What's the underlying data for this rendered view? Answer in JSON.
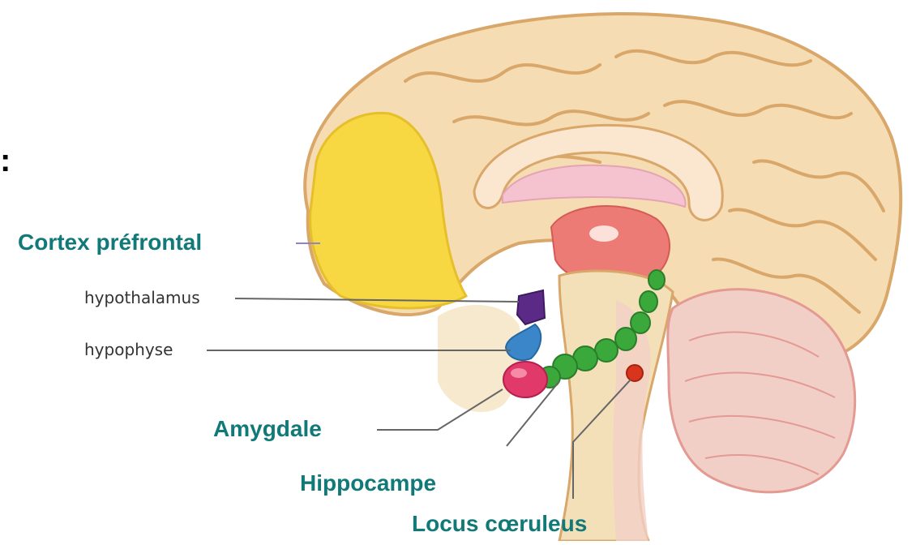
{
  "labels": {
    "colon": ":",
    "cortex": "Cortex préfrontal",
    "hypothalamus": "hypothalamus",
    "hypophyse": "hypophyse",
    "amygdale": "Amygdale",
    "hippocampe": "Hippocampe",
    "locus": "Locus cœruleus"
  },
  "colors": {
    "accent_label": "#117a78",
    "cortex": "#f7d842",
    "brain_tissue": "#f6dcb2",
    "brain_fold": "#d9a76a",
    "hypothalamus": "#5b2a86",
    "hypophyse": "#3a86c8",
    "amygdale": "#e2396b",
    "hippocampe": "#3aa83a",
    "locus": "#d9341e",
    "cerebellum": "#f2cfc6",
    "brainstem": "#f3e0b8",
    "thalamus": "#ec7b76"
  }
}
